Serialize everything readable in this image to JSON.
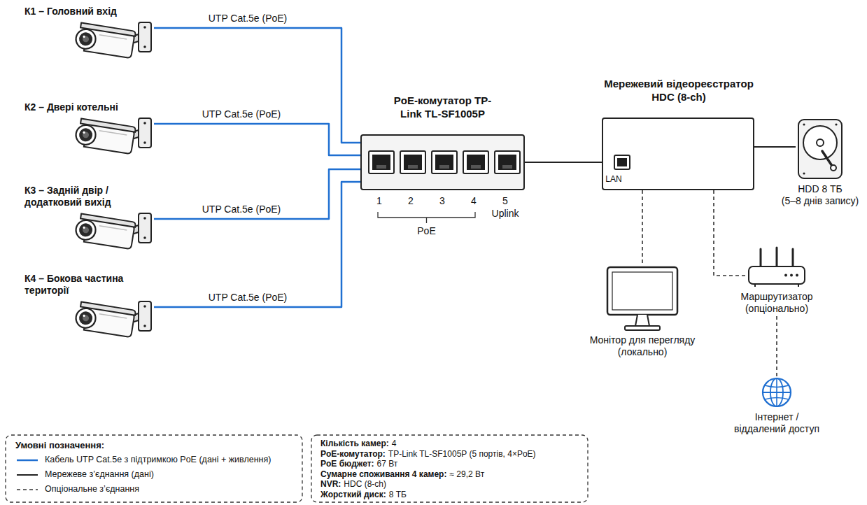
{
  "diagram": {
    "nodes": [
      {
        "text": [
          "К1 – Головний вхід"
        ]
      },
      {
        "text": [
          "К2 – Двері котельні"
        ]
      },
      {
        "text": [
          "К3 – Задній двір / додатковий вихід"
        ]
      },
      {
        "text": [
          "К4 – Бокова частина території"
        ]
      },
      {
        "text": [
          "PoE-комутатор TP-Link TL-SF1005P"
        ]
      },
      {
        "text": [
          "Мережевий відеореєстратор HDC (8-ch)"
        ]
      },
      {
        "text": [
          "HDD 8 ТБ",
          "(5–8 днів запису)"
        ]
      },
      {
        "text": [
          "Монітор для перегляду (локально)"
        ]
      },
      {
        "text": [
          "Маршрутизатор (опціонально)"
        ]
      },
      {
        "text": [
          "Інтернет / віддалений доступ"
        ]
      },
      {
        "text": [
          "Кількість камер:",
          "4",
          "PoE-комутатор:",
          "TP-Link TL-SF1005P (5 портів, 4×PoE)",
          "PoE бюджет:",
          "67 Вт",
          "Сумарне споживання 4 камер:",
          "≈ 29,2 Вт",
          "NVR:",
          "HDC (8-ch)",
          "Жорсткий диск:",
          "8 ТБ"
        ]
      }
    ],
    "edges": [
      {
        "from": 0,
        "to": 4,
        "label": "UTP Cat.5e (PoE)",
        "arrow": "none"
      },
      {
        "from": 1,
        "to": 4,
        "label": "UTP Cat.5e (PoE)",
        "arrow": "none"
      },
      {
        "from": 2,
        "to": 4,
        "label": "UTP Cat.5e (PoE)",
        "arrow": "none"
      },
      {
        "from": 3,
        "to": 4,
        "label": "UTP Cat.5e (PoE)",
        "arrow": "none"
      },
      {
        "from": 4,
        "to": 5,
        "arrow": "none"
      },
      {
        "from": 5,
        "to": 6,
        "arrow": "none"
      },
      {
        "from": 5,
        "to": 7,
        "arrow": "none"
      },
      {
        "from": 5,
        "to": 8,
        "arrow": "none"
      },
      {
        "from": 8,
        "to": 9,
        "arrow": "none"
      }
    ],
    "labels": [
      "1",
      "2",
      "3",
      "4",
      "5",
      "Uplink",
      "PoE",
      "LAN",
      "Умовні позначення:"
    ],
    "legend": [
      {
        "text": "Кабель UTP Cat.5e з підтримкою PoE (дані + живлення)"
      },
      {
        "text": "Мережеве з’єднання (дані)"
      },
      {
        "text": "Опціональне з’єднання"
      }
    ]
  }
}
